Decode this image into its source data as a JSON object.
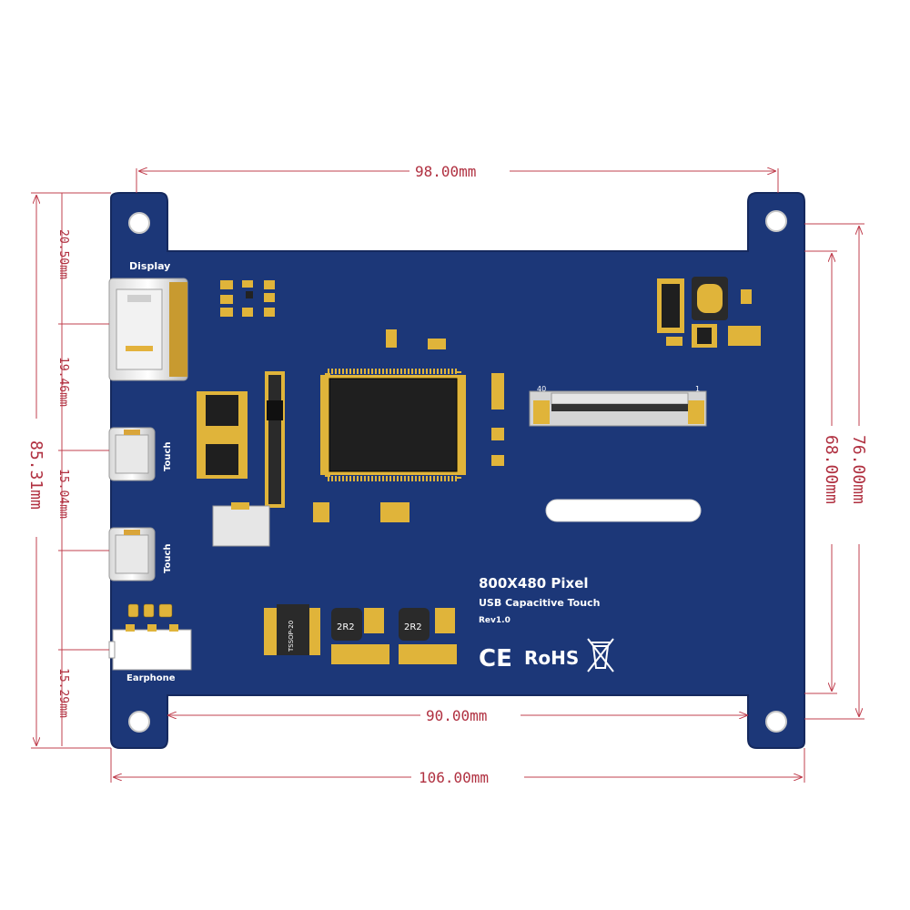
{
  "colors": {
    "board": "#1c3778",
    "board_dark": "#15295e",
    "dimension_line": "#c0404f",
    "dimension_text": "#b03040",
    "gold": "#e0b43a",
    "silk": "#ffffff"
  },
  "dimensions": {
    "top_width": "98.00mm",
    "hole_span_width": "90.00mm",
    "total_width": "106.00mm",
    "total_height": "85.31mm",
    "right_outer_height": "76.00mm",
    "right_inner_height": "68.00mm",
    "left_1": "20.50mm",
    "left_2": "19.46mm",
    "left_3": "15.04mm",
    "left_4": "15.29mm"
  },
  "silkscreen": {
    "display_label": "Display",
    "touch_label_1": "Touch",
    "touch_label_2": "Touch",
    "earphone_label": "Earphone",
    "resolution": "800X480 Pixel",
    "touch_type": "USB Capacitive Touch",
    "revision": "Rev1.0",
    "inductor_1": "2R2",
    "inductor_2": "2R2",
    "chip_label": "TSSOP-20",
    "fpc_pin_40": "40",
    "fpc_pin_1": "1"
  },
  "certification_marks": [
    "CE",
    "RoHS",
    "WEEE-bin-icon"
  ]
}
